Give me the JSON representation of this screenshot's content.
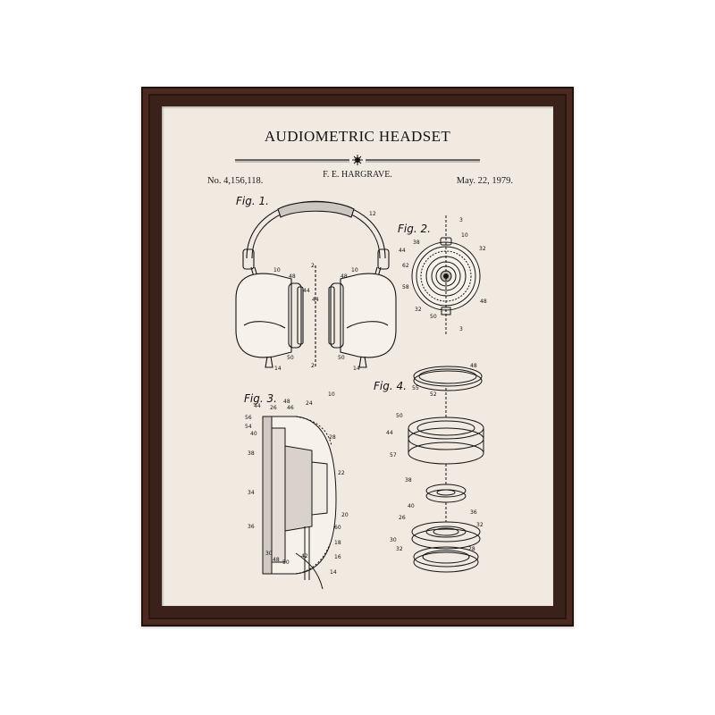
{
  "poster": {
    "title": "AUDIOMETRIC HEADSET",
    "inventor": "F. E. HARGRAVE.",
    "patent_number": "No. 4,156,118.",
    "date": "May. 22, 1979.",
    "figure_labels": [
      "Fig. 1.",
      "Fig. 2.",
      "Fig. 3.",
      "Fig. 4."
    ]
  },
  "colors": {
    "frame": "#3a2119",
    "mat": "#f0eae1",
    "ink": "#141414"
  }
}
